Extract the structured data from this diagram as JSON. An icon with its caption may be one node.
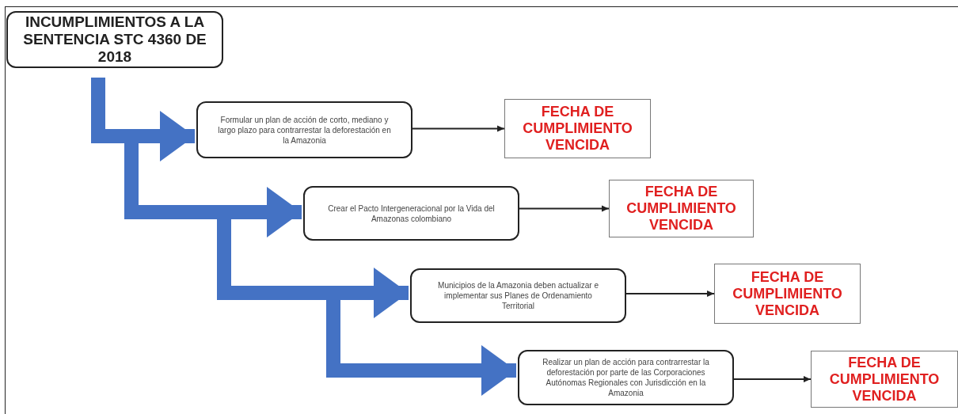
{
  "diagram": {
    "nodes": [
      {
        "text": [
          "INCUMPLIMIENTOS A LA SENTENCIA STC 4360 DE 2018"
        ]
      },
      {
        "text": [
          "Formular un plan de acción de corto, mediano y largo plazo para contrarrestar la deforestación en la Amazonia"
        ]
      },
      {
        "text": [
          "FECHA DE CUMPLIMIENTO VENCIDA"
        ]
      },
      {
        "text": [
          "Crear el Pacto Intergeneracional por la Vida del Amazonas colombiano"
        ]
      },
      {
        "text": [
          "FECHA DE CUMPLIMIENTO VENCIDA"
        ]
      },
      {
        "text": [
          "Municipios de la Amazonia deben actualizar e implementar sus Planes de Ordenamiento Territorial"
        ]
      },
      {
        "text": [
          "FECHA DE CUMPLIMIENTO VENCIDA"
        ]
      },
      {
        "text": [
          "Realizar un plan de acción para contrarrestar la deforestación por parte de las Corporaciones Autónomas Regionales con Jurisdicción en la Amazonia"
        ]
      },
      {
        "text": [
          "FECHA DE CUMPLIMIENTO VENCIDA"
        ]
      }
    ],
    "edges": [
      {
        "from": 0,
        "to": 1,
        "arrow": "to",
        "style": "thick",
        "color": "#4472c4"
      },
      {
        "from": 0,
        "to": 3,
        "arrow": "to",
        "style": "thick",
        "color": "#4472c4"
      },
      {
        "from": 0,
        "to": 5,
        "arrow": "to",
        "style": "thick",
        "color": "#4472c4"
      },
      {
        "from": 0,
        "to": 7,
        "arrow": "to",
        "style": "thick",
        "color": "#4472c4"
      },
      {
        "from": 1,
        "to": 2,
        "arrow": "to",
        "color": "#222222"
      },
      {
        "from": 3,
        "to": 4,
        "arrow": "to",
        "color": "#222222"
      },
      {
        "from": 5,
        "to": 6,
        "arrow": "to",
        "color": "#222222"
      },
      {
        "from": 7,
        "to": 8,
        "arrow": "to",
        "color": "#222222"
      }
    ]
  }
}
